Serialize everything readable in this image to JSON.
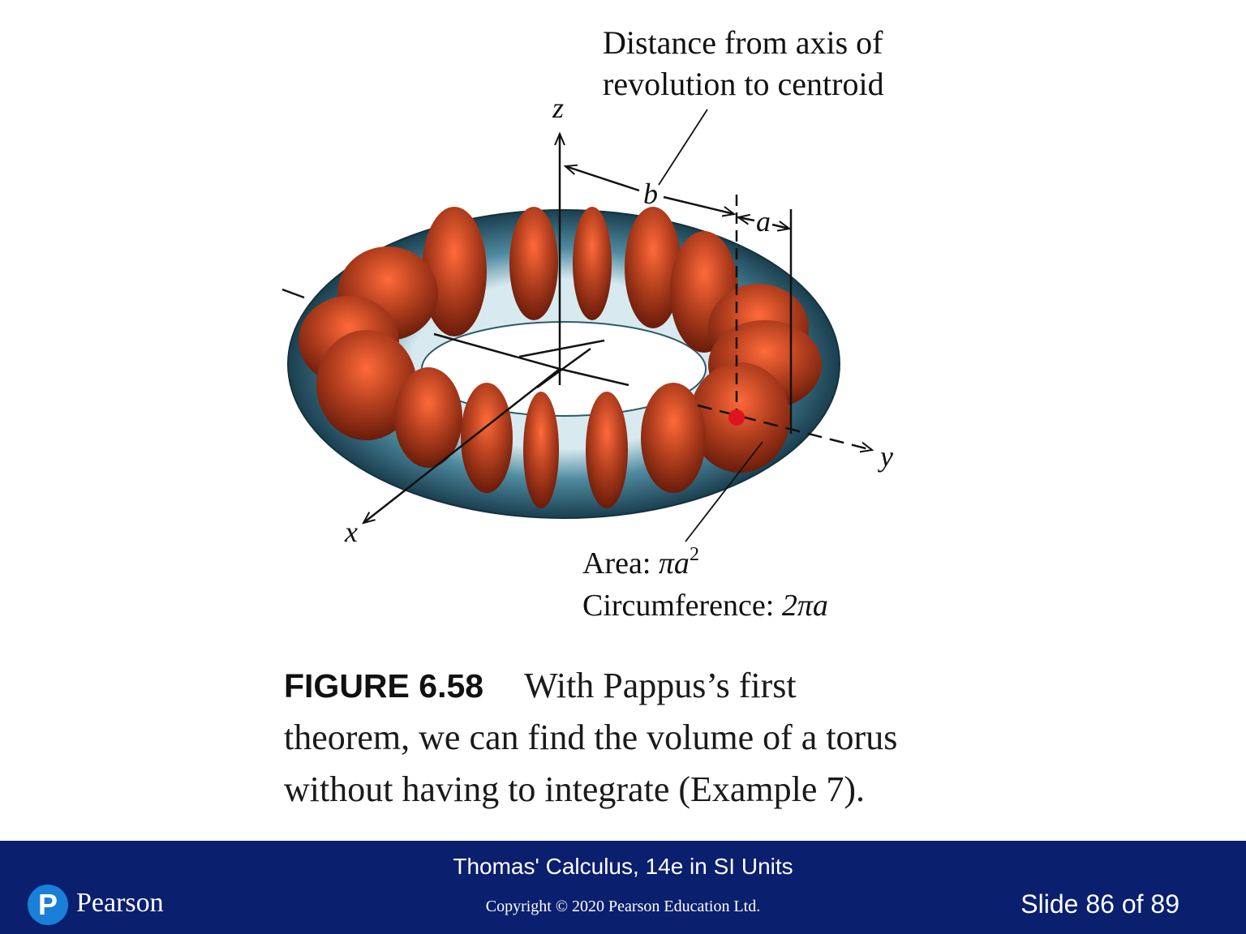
{
  "figure": {
    "annotations": {
      "distance_line1": "Distance from axis of",
      "distance_line2": "revolution to centroid",
      "axis_z": "z",
      "axis_x": "x",
      "axis_y": "y",
      "label_b": "b",
      "label_a": "a",
      "area_prefix": "Area: ",
      "area_expr": "πa",
      "area_exp": "2",
      "circumference_prefix": "Circumference: ",
      "circumference_expr": "2πa"
    },
    "colors": {
      "torus_dark": "#1f4a5a",
      "torus_mid": "#3f7a8e",
      "torus_light": "#d8eaf0",
      "disk_dark": "#6a1c0a",
      "disk_mid": "#b5401f",
      "disk_light": "#ff6a3a",
      "centroid": "#e0141e"
    }
  },
  "caption": {
    "label": "FIGURE 6.58",
    "line1": "With Pappus’s first",
    "line2": "theorem, we can find the volume of a torus",
    "line3": "without having to integrate (Example 7)."
  },
  "footer": {
    "book_title": "Thomas' Calculus, 14e in SI Units",
    "copyright": "Copyright © 2020 Pearson Education Ltd.",
    "slide_label": "Slide 86 of 89",
    "brand_letter": "P",
    "brand_name": "Pearson",
    "background_color": "#0a1f6e"
  }
}
